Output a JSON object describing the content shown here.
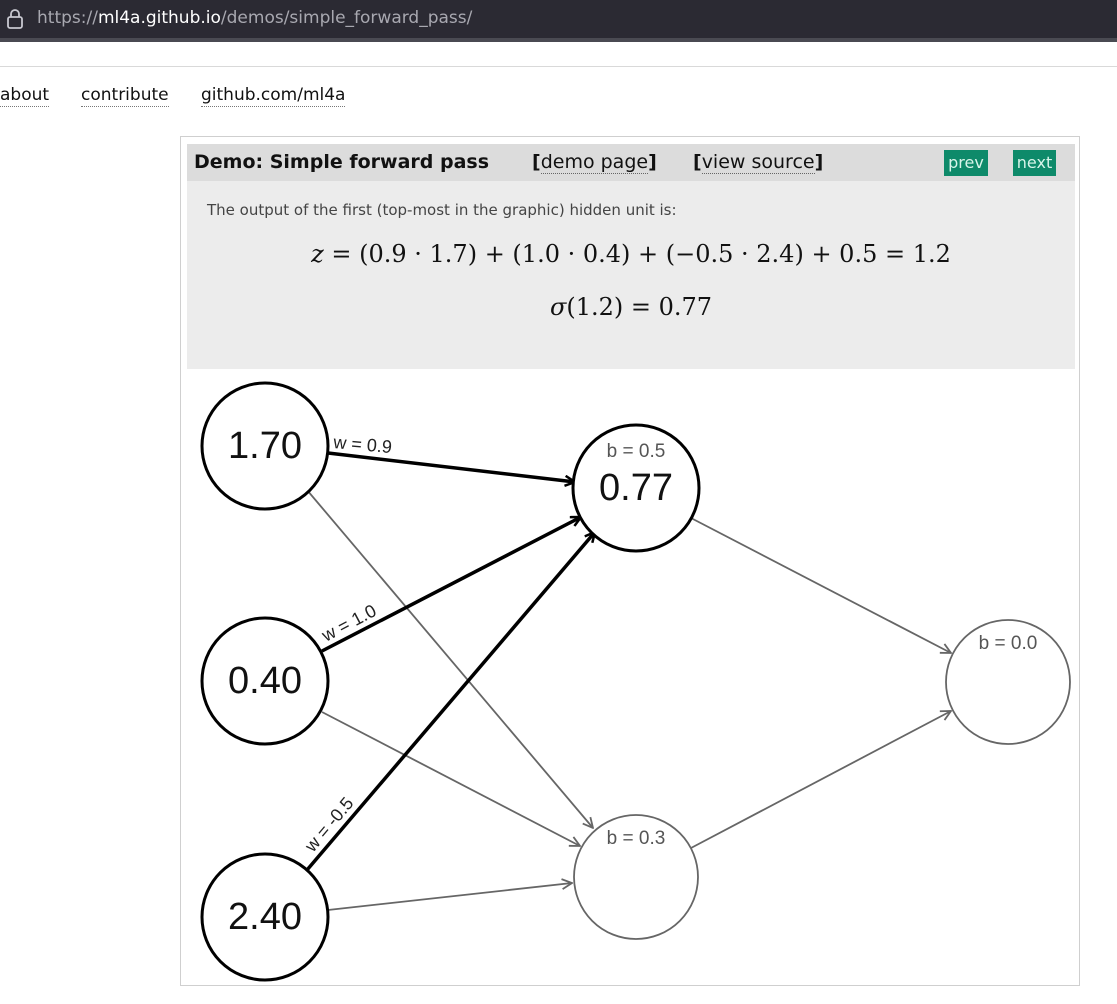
{
  "browser": {
    "url_prefix": "https://",
    "url_host": "ml4a.github.io",
    "url_path": "/demos/simple_forward_pass/"
  },
  "nav": {
    "about": "about",
    "contribute": "contribute",
    "github": "github.com/ml4a"
  },
  "demo": {
    "title": "Demo: Simple forward pass",
    "demo_page": "demo page",
    "view_source": "view source",
    "prev": "prev",
    "next": "next",
    "description": "The output of the first (top-most in the graphic) hidden unit is:",
    "equation_lhs": "z",
    "equation_rhs": " = (0.9 · 1.7) + (1.0 · 0.4) + (−0.5 · 2.4) + 0.5 = 1.2",
    "activation_fn": "σ",
    "activation_rhs": "(1.2) = 0.77"
  },
  "network": {
    "inputs": [
      {
        "value": "1.70"
      },
      {
        "value": "0.40"
      },
      {
        "value": "2.40"
      }
    ],
    "hidden": [
      {
        "bias": "b = 0.5",
        "value": "0.77",
        "active": true
      },
      {
        "bias": "b = 0.3",
        "value": "",
        "active": false
      }
    ],
    "output": {
      "bias": "b = 0.0",
      "value": ""
    },
    "weight_labels": [
      "w = 0.9",
      "w = 1.0",
      "w = -0.5"
    ]
  },
  "colors": {
    "accent": "#0e8a6a",
    "header_bg": "#dcdcdc",
    "content_bg": "#ececec",
    "active": "#000000",
    "inactive": "#666666"
  }
}
